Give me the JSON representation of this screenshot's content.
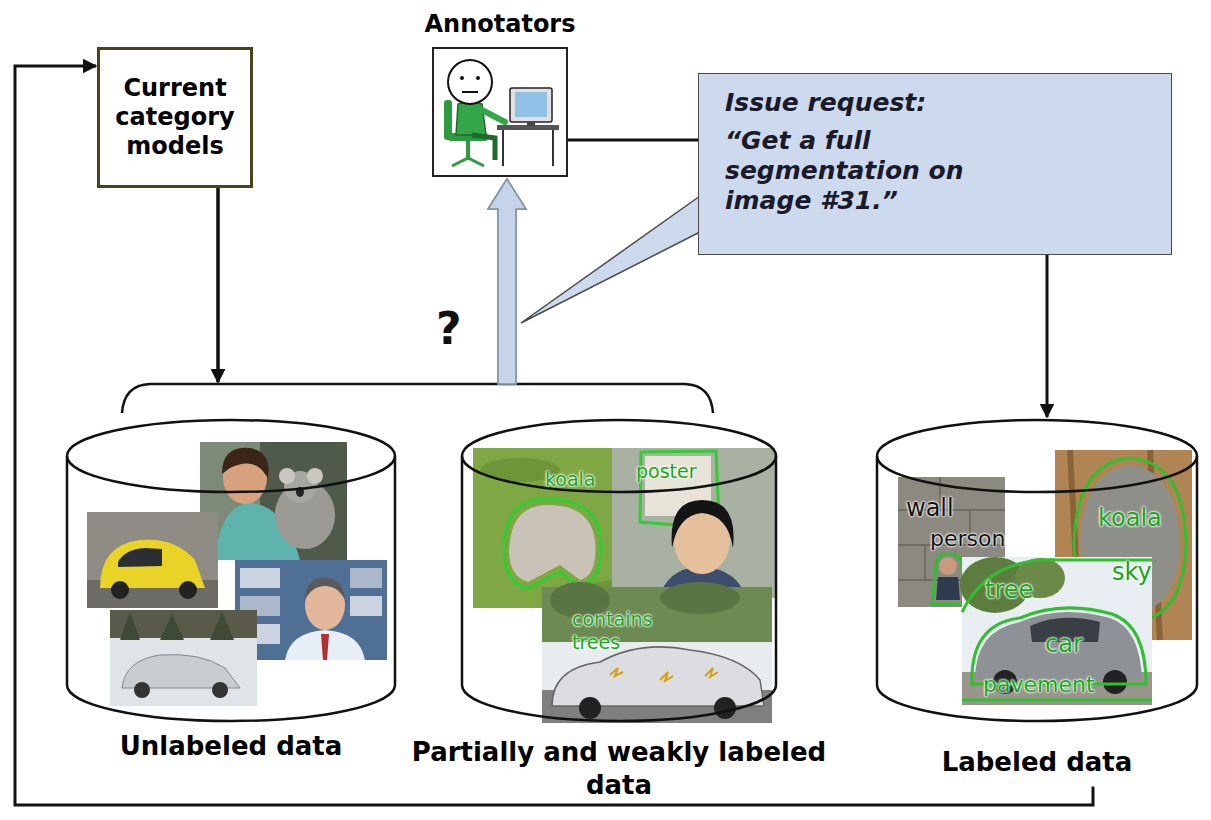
{
  "diagram": {
    "nodes": [
      {
        "text": [
          "Current category models"
        ]
      },
      {
        "text": [
          "Annotators"
        ]
      },
      {
        "text": [
          "Issue request:",
          "“Get a full segmentation on image #31.”"
        ]
      },
      {
        "text": [
          "Unlabeled data"
        ]
      },
      {
        "text": [
          "Partially and weakly labeled data"
        ]
      },
      {
        "text": [
          "Labeled data"
        ]
      }
    ],
    "edges": [
      {
        "from": 0,
        "to": 3,
        "arrow": "to"
      },
      {
        "from": 0,
        "to": 4,
        "arrow": "to"
      },
      {
        "from": 3,
        "to": 1,
        "arrow": "to"
      },
      {
        "from": 4,
        "to": 1,
        "arrow": "to"
      },
      {
        "from": 1,
        "to": 5,
        "arrow": "to"
      },
      {
        "from": 5,
        "to": 0,
        "arrow": "to"
      }
    ],
    "labels": [
      "?",
      "koala",
      "poster",
      "contains trees",
      "wall",
      "person",
      "tree",
      "sky",
      "koala",
      "car",
      "pavement"
    ]
  }
}
